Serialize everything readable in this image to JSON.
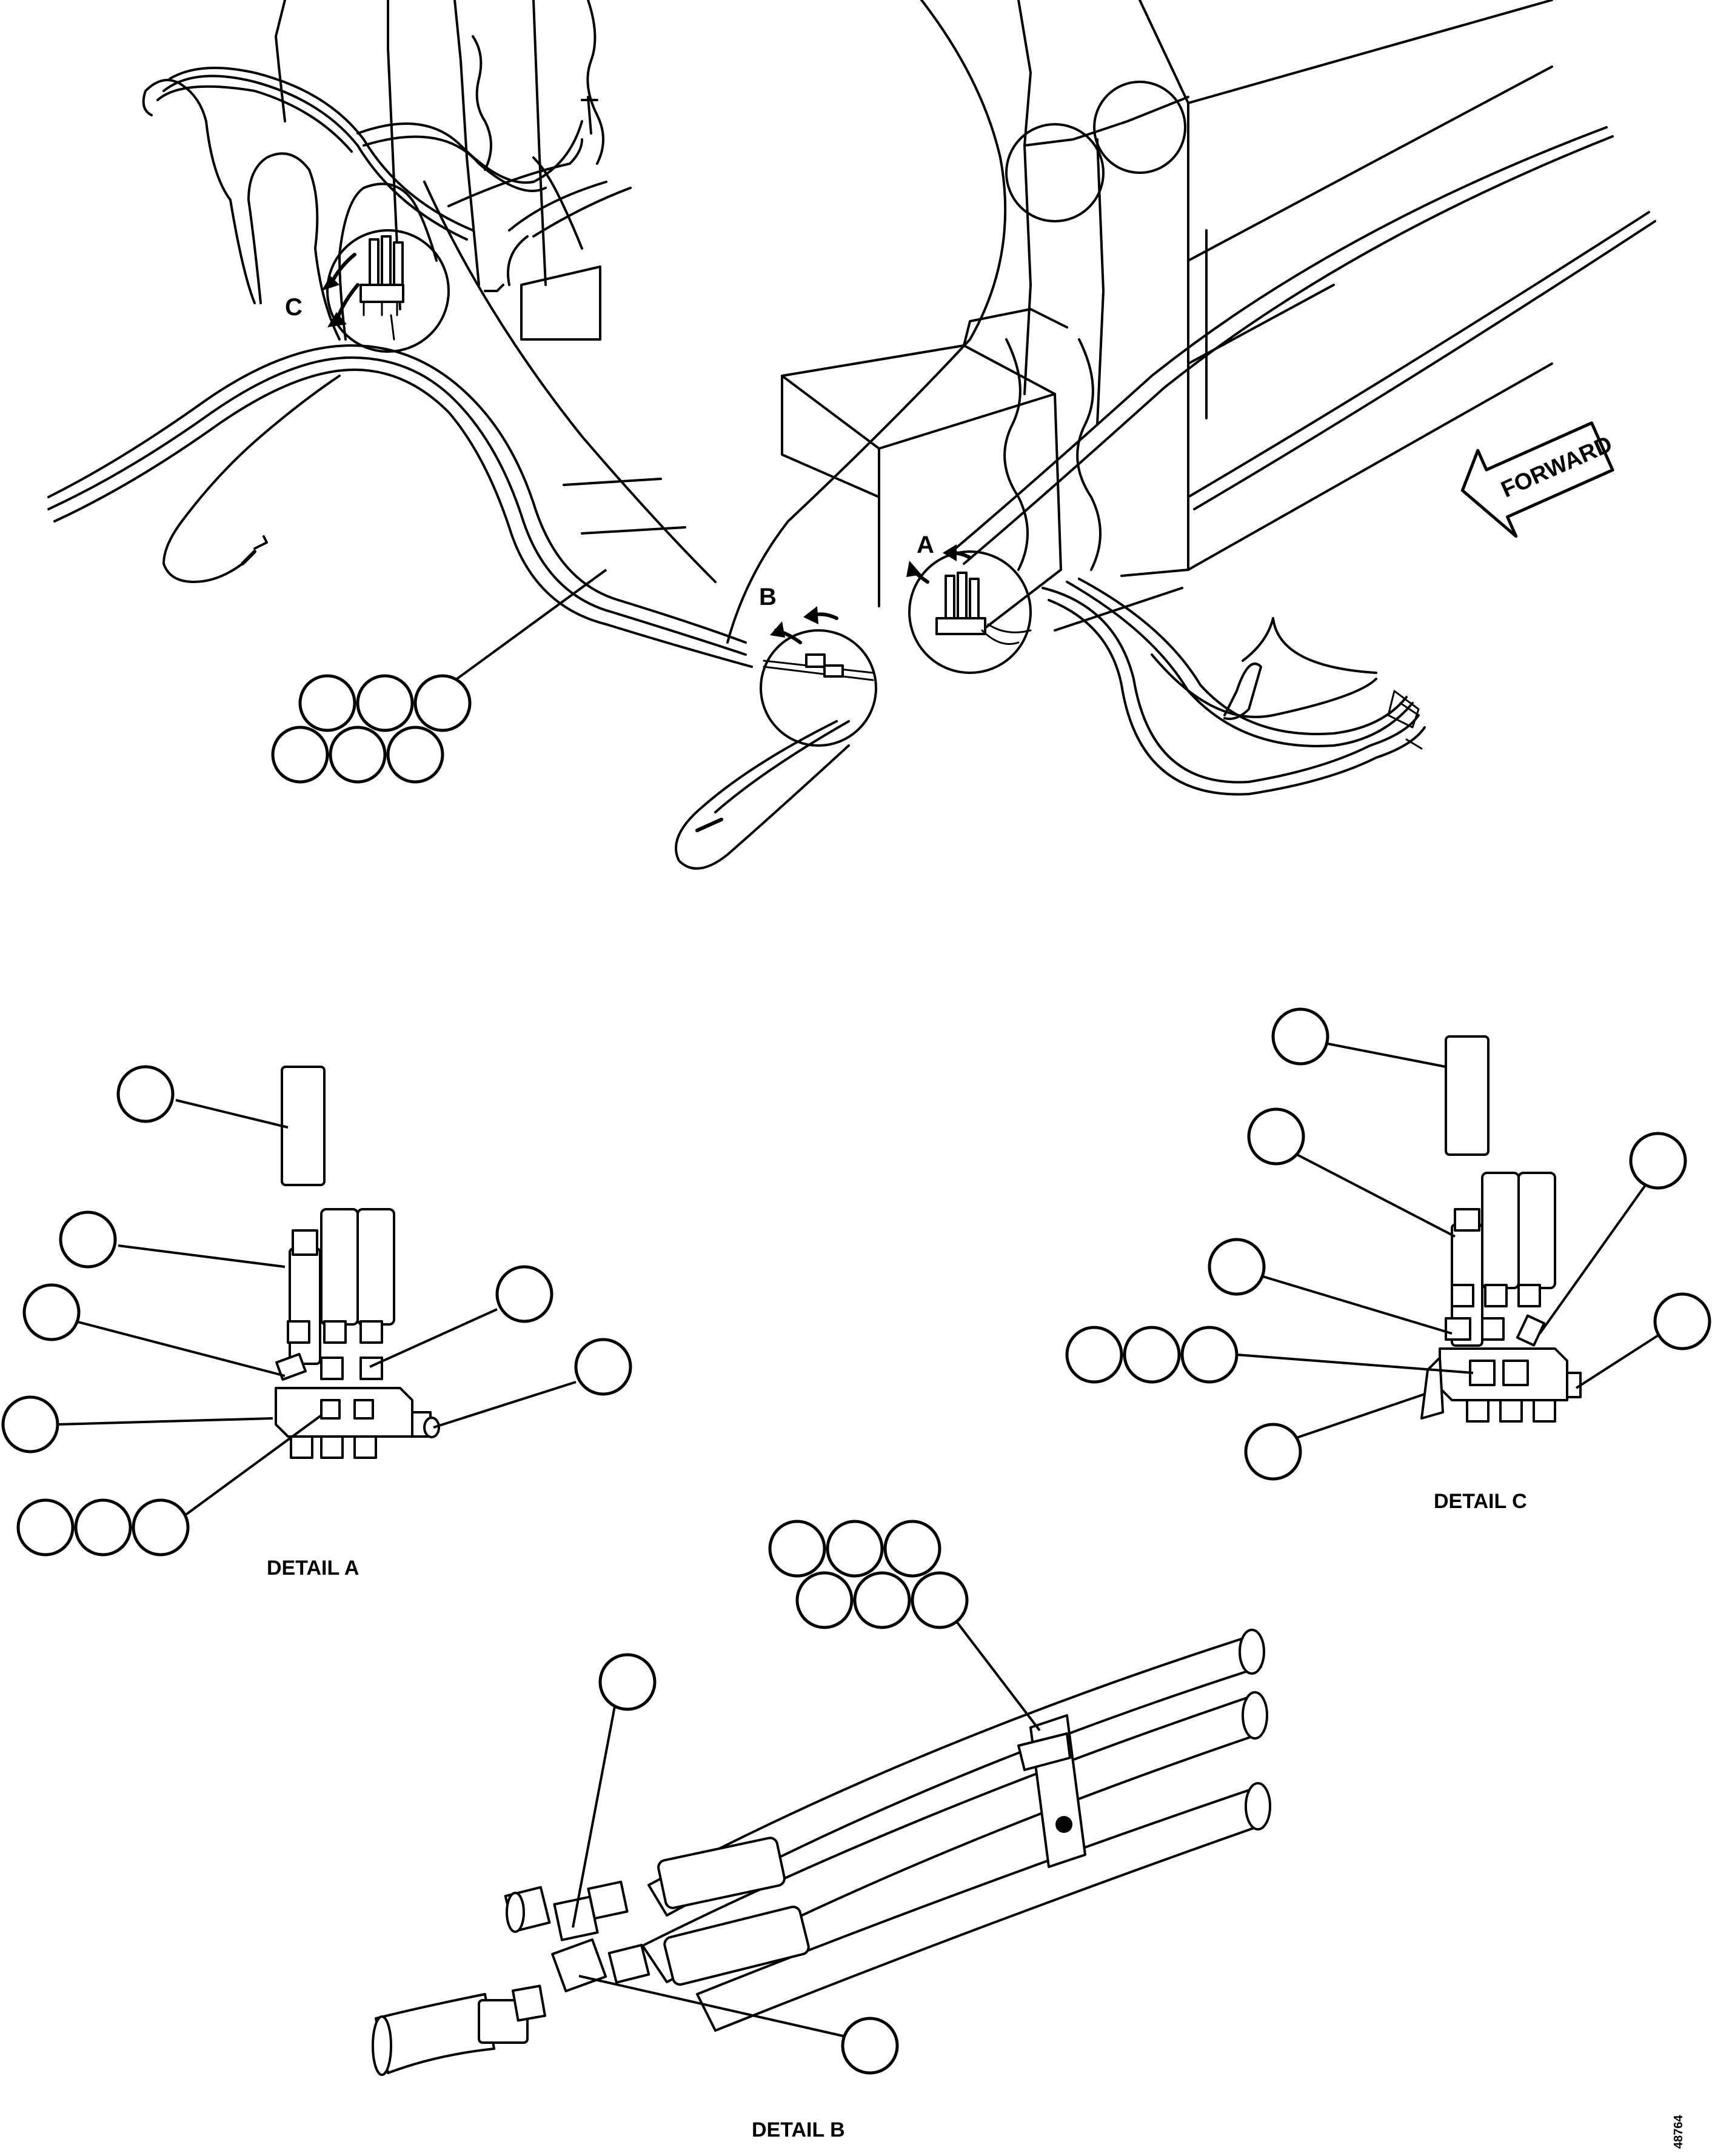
{
  "figure": {
    "forward_arrow_label": "FORWARD",
    "detail_markers": {
      "a": "A",
      "b": "B",
      "c": "C"
    },
    "detail_titles": {
      "a": "DETAIL A",
      "b": "DETAIL B",
      "c": "DETAIL C"
    },
    "figure_code": "48764"
  },
  "callout_balloons": {
    "note": "Callout balloons are drawn empty in the image (no item numbers are printed)."
  }
}
